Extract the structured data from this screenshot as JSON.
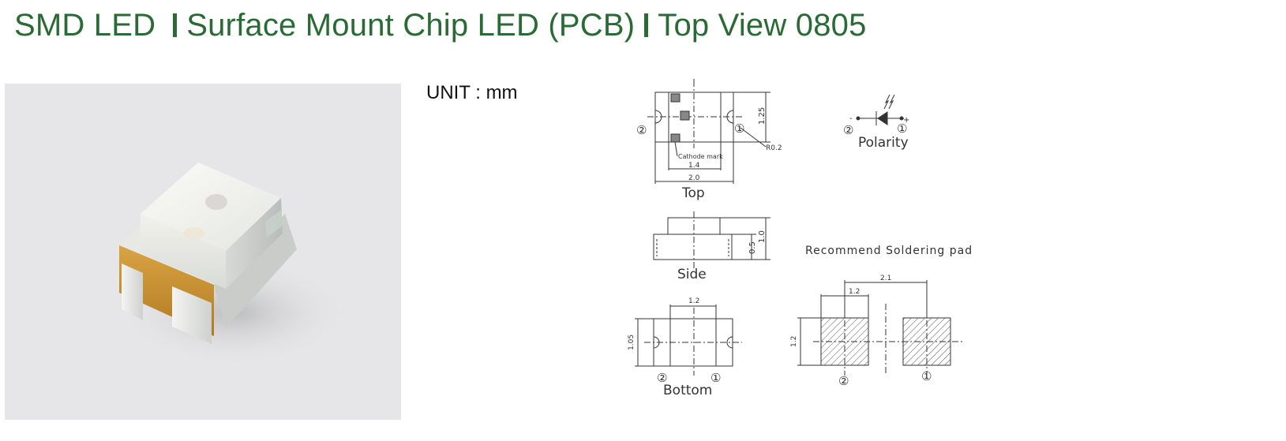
{
  "header": {
    "part1": "SMD LED",
    "part2": "Surface Mount Chip LED (PCB)",
    "part3": "Top View 0805"
  },
  "unit_label": "UNIT : mm",
  "drawing": {
    "top": {
      "label": "Top",
      "cathode_mark": "Cathode mark",
      "dim_inner_width": "1.4",
      "dim_width": "2.0",
      "dim_height": "1.25",
      "dim_radius": "R0.2",
      "pin1": "①",
      "pin2": "②"
    },
    "polarity": {
      "label": "Polarity",
      "minus": "-",
      "plus": "+",
      "pin1": "①",
      "pin2": "②"
    },
    "side": {
      "label": "Side",
      "dim_total": "1.0",
      "dim_body": "0.5"
    },
    "bottom": {
      "label": "Bottom",
      "dim_width": "1.2",
      "dim_height": "1.05",
      "pin1": "①",
      "pin2": "②"
    },
    "pad": {
      "title": "Recommend Soldering pad",
      "dim_pitch": "2.1",
      "dim_width": "1.2",
      "dim_height": "1.2",
      "pin1": "①",
      "pin2": "②"
    }
  },
  "colors": {
    "title_green": "#2a6b35",
    "photo_bg": "#e6e6e8",
    "pcb_substrate": "#c8922e"
  }
}
